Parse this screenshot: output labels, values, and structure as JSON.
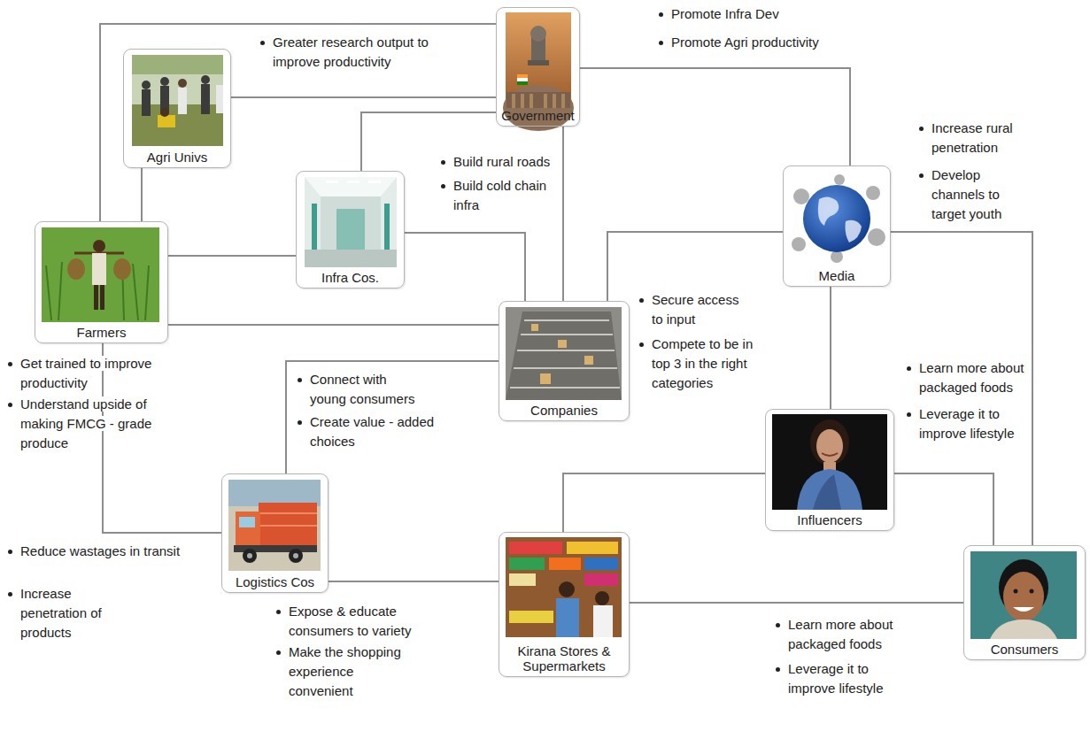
{
  "diagram": {
    "nodes": [
      {
        "text": [
          "Government"
        ]
      },
      {
        "text": [
          "Agri Univs"
        ]
      },
      {
        "text": [
          "Infra Cos."
        ]
      },
      {
        "text": [
          "Media"
        ]
      },
      {
        "text": [
          "Farmers"
        ]
      },
      {
        "text": [
          "Companies"
        ]
      },
      {
        "text": [
          "Influencers"
        ]
      },
      {
        "text": [
          "Logistics Cos"
        ]
      },
      {
        "text": [
          "Kirana Stores & Supermarkets"
        ]
      },
      {
        "text": [
          "Consumers"
        ]
      }
    ],
    "edges": [
      {
        "from": 4,
        "to": 0,
        "arrow": "none"
      },
      {
        "from": 1,
        "to": 0,
        "arrow": "none"
      },
      {
        "from": 1,
        "to": 4,
        "arrow": "none"
      },
      {
        "from": 2,
        "to": 0,
        "arrow": "none"
      },
      {
        "from": 0,
        "to": 5,
        "arrow": "none"
      },
      {
        "from": 0,
        "to": 3,
        "arrow": "none"
      },
      {
        "from": 4,
        "to": 2,
        "arrow": "none"
      },
      {
        "from": 2,
        "to": 5,
        "arrow": "none"
      },
      {
        "from": 4,
        "to": 5,
        "arrow": "none"
      },
      {
        "from": 5,
        "to": 3,
        "arrow": "none"
      },
      {
        "from": 5,
        "to": 7,
        "arrow": "none"
      },
      {
        "from": 4,
        "to": 7,
        "arrow": "none"
      },
      {
        "from": 7,
        "to": 8,
        "arrow": "none"
      },
      {
        "from": 8,
        "to": 9,
        "arrow": "none"
      },
      {
        "from": 3,
        "to": 6,
        "arrow": "none"
      },
      {
        "from": 3,
        "to": 9,
        "arrow": "none"
      },
      {
        "from": 8,
        "to": 6,
        "arrow": "none"
      },
      {
        "from": 6,
        "to": 9,
        "arrow": "none"
      }
    ],
    "labels": [
      "Promote Infra Dev",
      "Promote Agri productivity",
      "Greater research output to improve productivity",
      "Build rural roads",
      "Build cold chain infra",
      "Increase rural penetration",
      "Develop channels to target youth",
      "Get trained to improve productivity",
      "Understand upside of making FMCG - grade produce",
      "Secure access to input",
      "Compete to be in top 3 in the right categories",
      "Connect with young consumers",
      "Create value - added choices",
      "Reduce wastages in transit",
      "Increase penetration of products",
      "Expose & educate consumers to variety",
      "Make the shopping experience convenient",
      "Learn more about packaged foods",
      "Leverage it to improve lifestyle",
      "Learn more about packaged foods",
      "Leverage it to improve lifestyle"
    ]
  }
}
